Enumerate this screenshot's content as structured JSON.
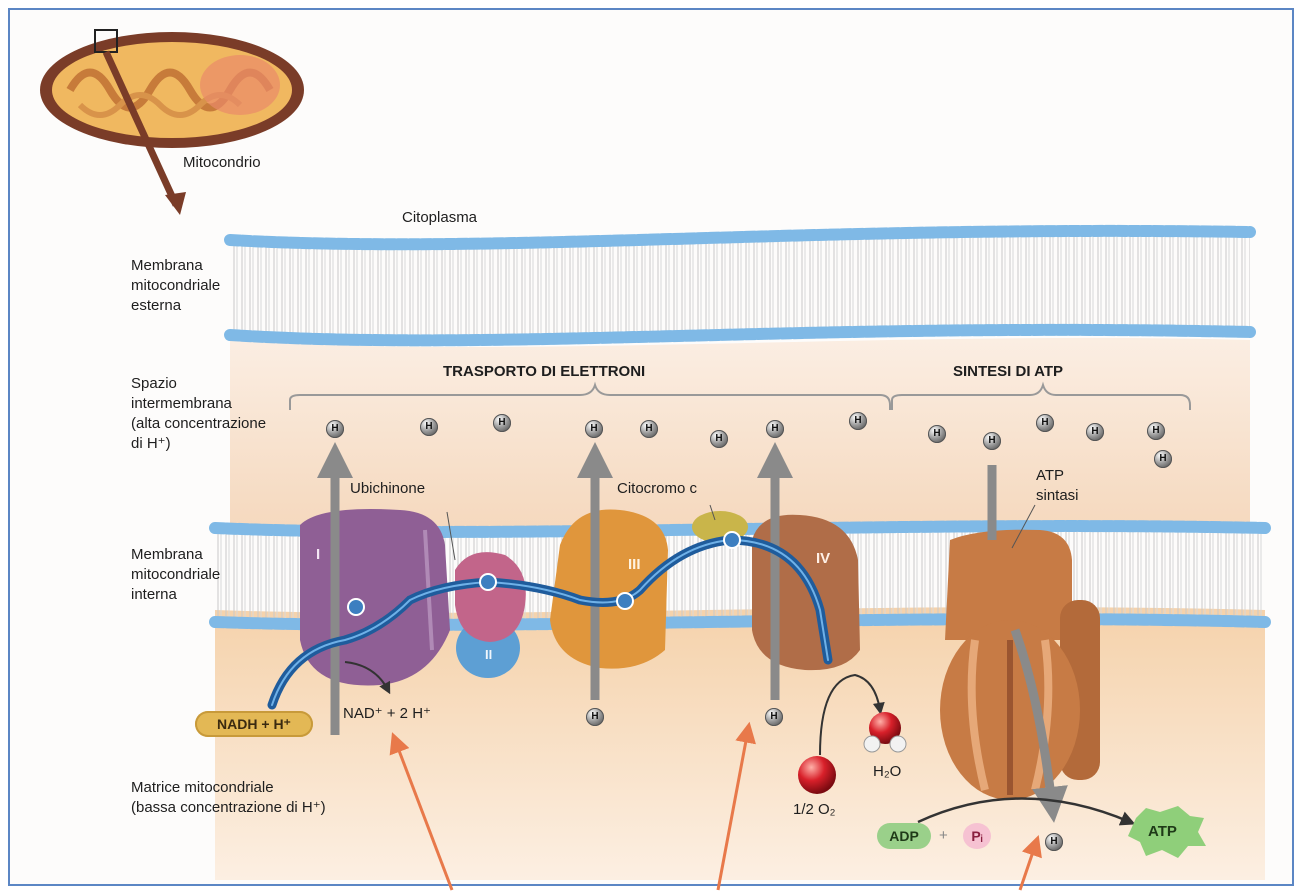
{
  "labels": {
    "mitochondrion": "Mitocondrio",
    "cytoplasm": "Citoplasma",
    "outer_membrane": "Membrana\nmitocondriale\nesterna",
    "intermembrane_space": "Spazio\nintermembrana\n(alta concentrazione\ndi H⁺)",
    "inner_membrane": "Membrana\nmitocondriale\ninterna",
    "matrix": "Matrice mitocondriale\n(bassa concentrazione di H⁺)",
    "electron_transport": "TRASPORTO DI ELETTRONI",
    "atp_synthesis": "SINTESI DI ATP",
    "ubiquinone": "Ubichinone",
    "cytochrome_c": "Citocromo c",
    "atp_synthase": "ATP\nsintasi",
    "complex_1": "I",
    "complex_2": "II",
    "complex_3": "III",
    "complex_4": "IV",
    "nadh": "NADH + H⁺",
    "nad": "NAD⁺ + 2 H⁺",
    "water": "H₂O",
    "oxygen": "1/2 O₂",
    "adp": "ADP",
    "plus": "+",
    "pi": "Pᵢ",
    "atp": "ATP",
    "h_ion": "H"
  },
  "colors": {
    "frame": "#5b86c4",
    "intermembrane": "#f6dcc4",
    "matrix": "#f4c99a",
    "membrane_head": "#7fb9e6",
    "complex_1": "#8f5f95",
    "complex_3": "#e0963c",
    "complex_4": "#b06d48",
    "atp_synthase": "#c77b45",
    "electron_path": "#1f5c9c",
    "red_arrow": "#e8794a"
  }
}
